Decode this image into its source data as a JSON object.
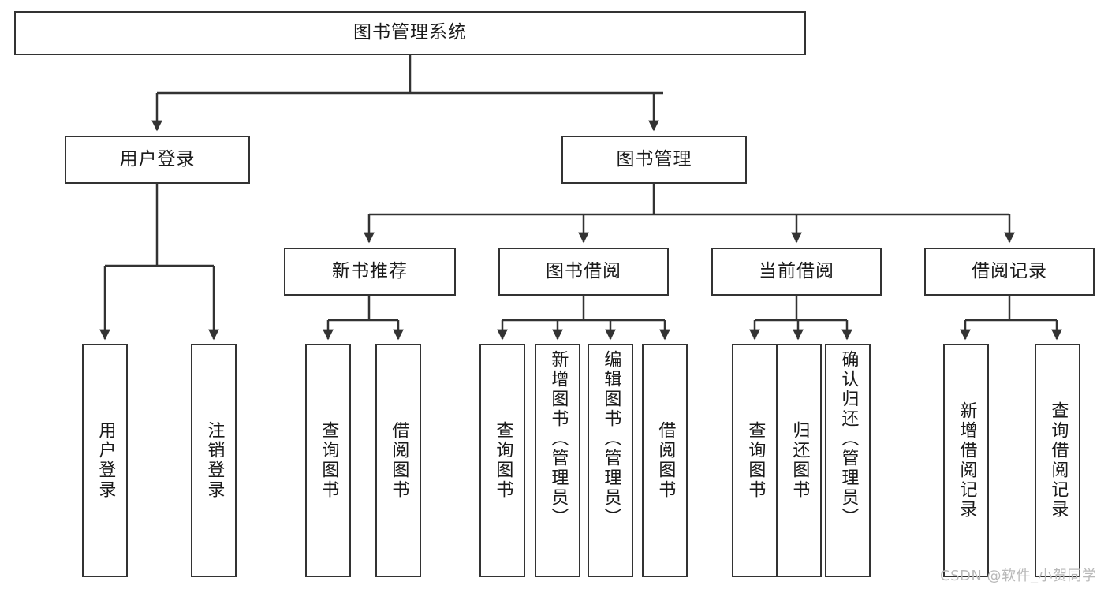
{
  "diagram": {
    "title": "图书管理系统",
    "root": {
      "label": "图书管理系统"
    },
    "level2": [
      {
        "label": "用户登录"
      },
      {
        "label": "图书管理"
      }
    ],
    "level3": [
      {
        "label": "新书推荐"
      },
      {
        "label": "图书借阅"
      },
      {
        "label": "当前借阅"
      },
      {
        "label": "借阅记录"
      }
    ],
    "leaves": {
      "user_login": [
        {
          "label": "用户登录"
        },
        {
          "label": "注销登录"
        }
      ],
      "new_book_recommend": [
        {
          "label": "查询图书"
        },
        {
          "label": "借阅图书"
        }
      ],
      "book_borrow": [
        {
          "label": "查询图书"
        },
        {
          "label": "新增图书（管理员）"
        },
        {
          "label": "编辑图书（管理员）"
        },
        {
          "label": "借阅图书"
        }
      ],
      "current_borrow": [
        {
          "label": "查询图书"
        },
        {
          "label": "归还图书"
        },
        {
          "label": "确认归还（管理员）"
        }
      ],
      "borrow_record": [
        {
          "label": "新增借阅记录"
        },
        {
          "label": "查询借阅记录"
        }
      ]
    }
  },
  "watermark": {
    "text": "CSDN @软件_小贺同学"
  },
  "colors": {
    "stroke": "#333333",
    "background": "#ffffff",
    "text": "#1a1a1a",
    "watermark": "#b9b9b9"
  }
}
